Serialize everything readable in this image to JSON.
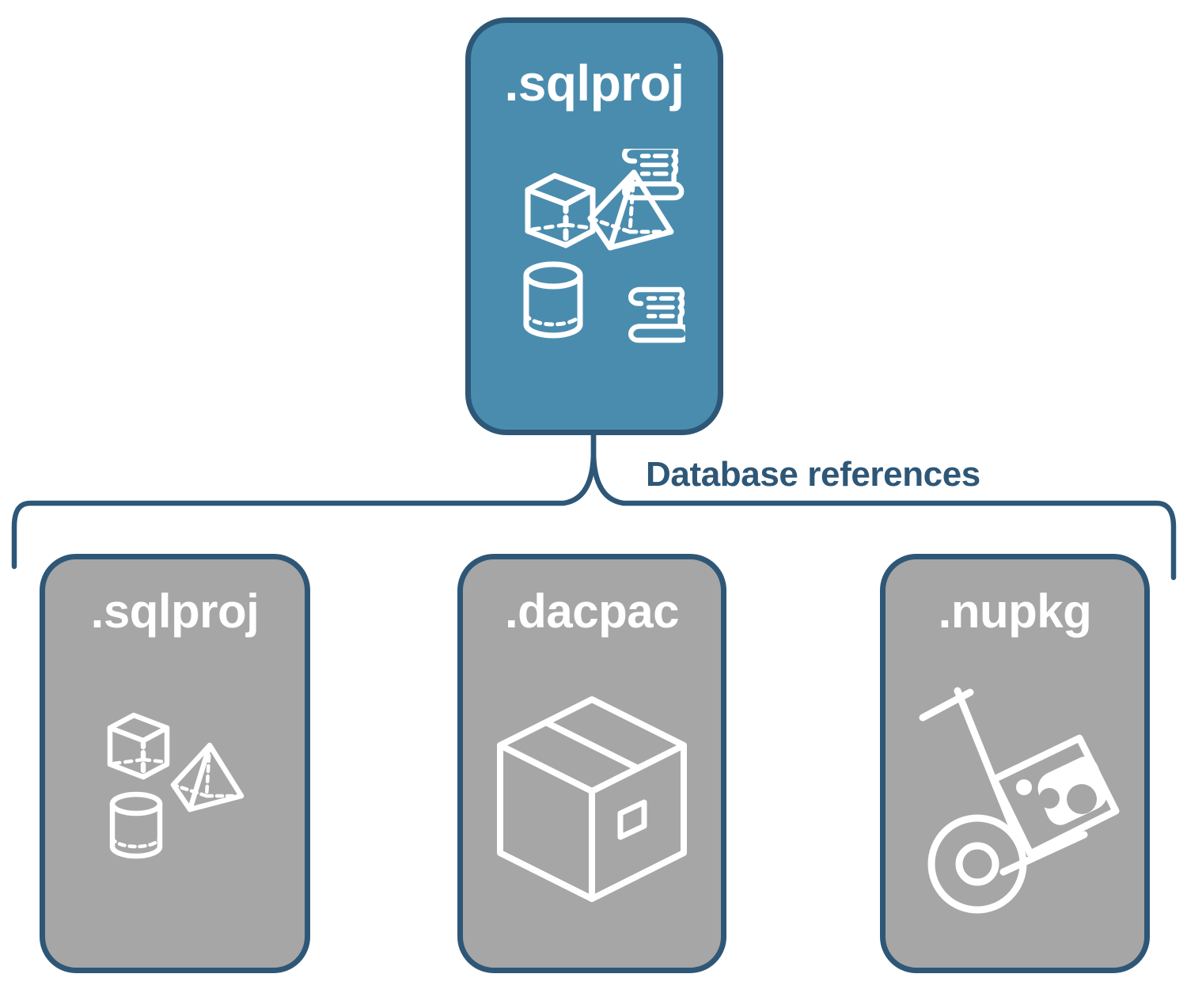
{
  "diagram": {
    "title_text": "Database references",
    "colors": {
      "root_fill": "#4a8cae",
      "child_fill": "#a6a6a6",
      "border": "#2e5777",
      "icon_stroke": "#ffffff",
      "label_text": "#2e5777",
      "background": "#ffffff"
    },
    "root": {
      "label": ".sqlproj",
      "icons": [
        "cube-icon",
        "pyramid-icon",
        "cylinder-icon",
        "script-scroll-icon",
        "script-scroll-icon"
      ]
    },
    "connector": {
      "label": "Database references",
      "style": "curly-brace",
      "branch_count": 3
    },
    "children": [
      {
        "label": ".sqlproj",
        "icons": [
          "cube-icon",
          "pyramid-icon",
          "cylinder-icon"
        ]
      },
      {
        "label": ".dacpac",
        "icons": [
          "shipping-box-icon"
        ]
      },
      {
        "label": ".nupkg",
        "icons": [
          "hand-truck-icon",
          "nuget-package-icon"
        ]
      }
    ]
  }
}
